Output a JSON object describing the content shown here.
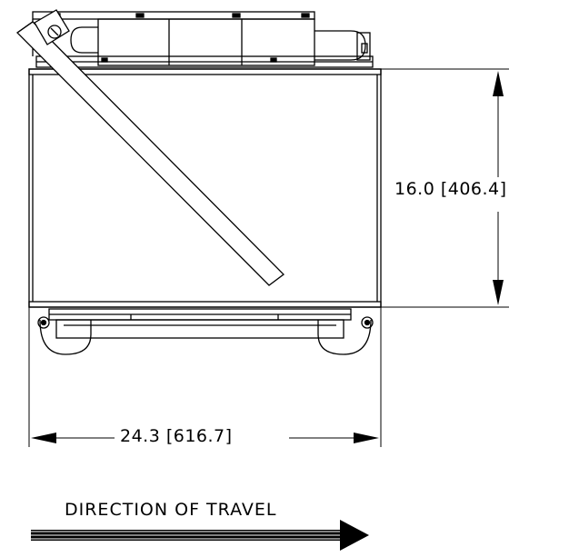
{
  "dimensions": {
    "height": "16.0 [406.4]",
    "width": "24.3 [616.7]"
  },
  "travel": {
    "label": "DIRECTION OF TRAVEL"
  },
  "colors": {
    "line": "#000000",
    "background": "#ffffff"
  }
}
